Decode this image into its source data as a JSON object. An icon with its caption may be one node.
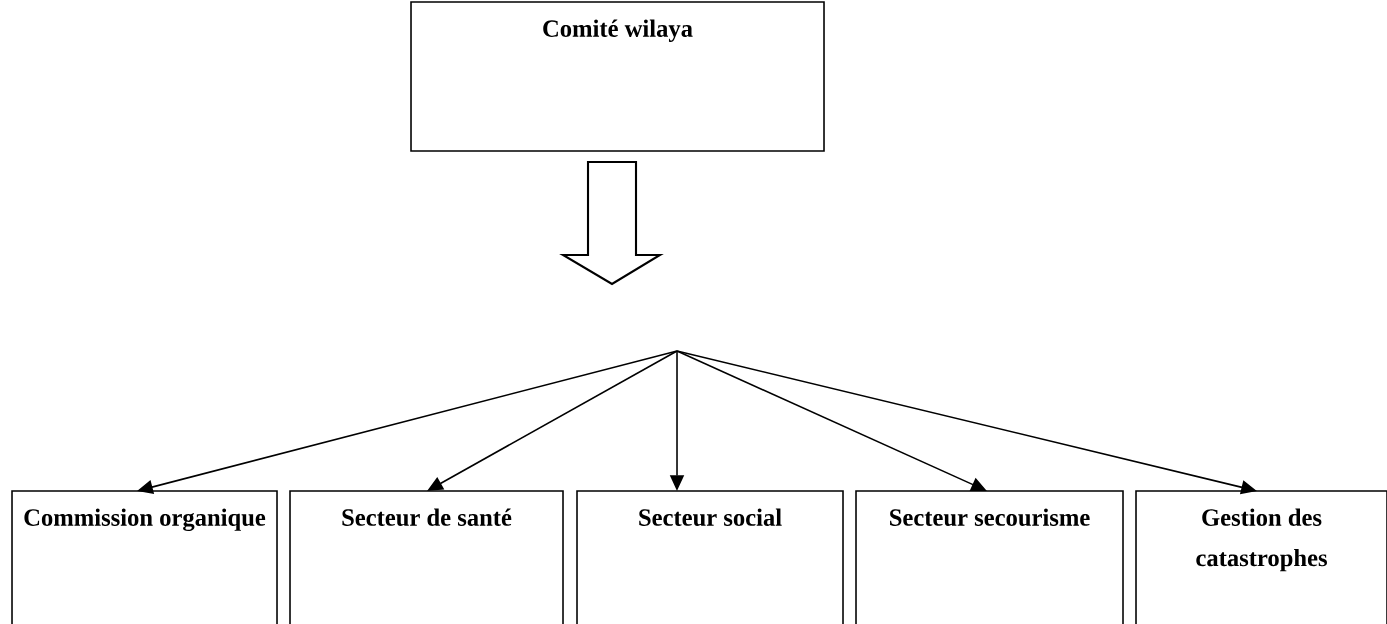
{
  "diagram": {
    "nodes": [
      {
        "text": [
          "Comité wilaya"
        ]
      },
      {
        "text": [
          "Commission organique"
        ]
      },
      {
        "text": [
          "Secteur de santé"
        ]
      },
      {
        "text": [
          "Secteur social"
        ]
      },
      {
        "text": [
          "Secteur secourisme"
        ]
      },
      {
        "text": [
          "Gestion des catastrophes"
        ]
      }
    ],
    "edges": [
      {
        "from": 0,
        "to": null,
        "arrow": "to",
        "style": "thick"
      },
      {
        "from": null,
        "to": 1,
        "arrow": "to"
      },
      {
        "from": null,
        "to": 2,
        "arrow": "to"
      },
      {
        "from": null,
        "to": 3,
        "arrow": "to"
      },
      {
        "from": null,
        "to": 4,
        "arrow": "to"
      },
      {
        "from": null,
        "to": 5,
        "arrow": "to"
      }
    ]
  }
}
